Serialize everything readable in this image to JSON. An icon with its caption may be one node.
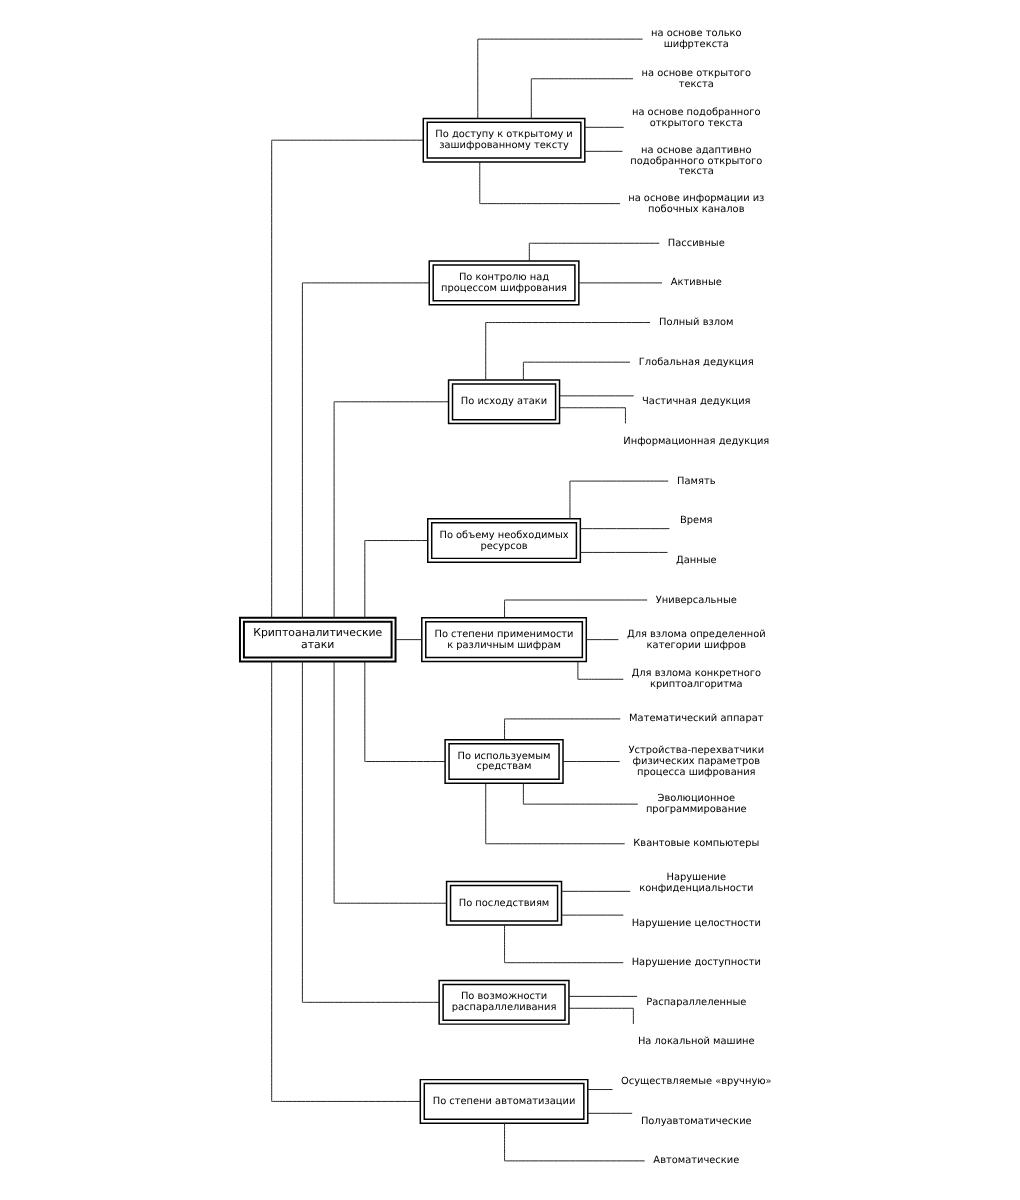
{
  "diagram": {
    "nodes": [
      {
        "text": [
          "Криптоаналитические атаки"
        ]
      },
      {
        "text": [
          "По доступу к открытому и зашифрованному тексту"
        ]
      },
      {
        "text": [
          "на основе только шифртекста"
        ]
      },
      {
        "text": [
          "на основе открытого текста"
        ]
      },
      {
        "text": [
          "на основе подобранного открытого текста"
        ]
      },
      {
        "text": [
          "на основе адаптивно подобранного открытого текста"
        ]
      },
      {
        "text": [
          "на основе информации из побочных каналов"
        ]
      },
      {
        "text": [
          "По контролю над процессом шифрования"
        ]
      },
      {
        "text": [
          "Пассивные"
        ]
      },
      {
        "text": [
          "Активные"
        ]
      },
      {
        "text": [
          "По исходу атаки"
        ]
      },
      {
        "text": [
          "Полный взлом"
        ]
      },
      {
        "text": [
          "Глобальная дедукция"
        ]
      },
      {
        "text": [
          "Частичная дедукция"
        ]
      },
      {
        "text": [
          "Информационная дедукция"
        ]
      },
      {
        "text": [
          "По объему необходимых ресурсов"
        ]
      },
      {
        "text": [
          "Память"
        ]
      },
      {
        "text": [
          "Время"
        ]
      },
      {
        "text": [
          "Данные"
        ]
      },
      {
        "text": [
          "По степени применимости к различным шифрам"
        ]
      },
      {
        "text": [
          "Универсальные"
        ]
      },
      {
        "text": [
          "Для взлома определенной категории шифров"
        ]
      },
      {
        "text": [
          "Для взлома конкретного криптоалгоритма"
        ]
      },
      {
        "text": [
          "По используемым средствам"
        ]
      },
      {
        "text": [
          "Математический аппарат"
        ]
      },
      {
        "text": [
          "Устройства-перехватчики физических параметров процесса шифрования"
        ]
      },
      {
        "text": [
          "Эволюционное программирование"
        ]
      },
      {
        "text": [
          "Квантовые компьютеры"
        ]
      },
      {
        "text": [
          "По последствиям"
        ]
      },
      {
        "text": [
          "Нарушение конфиденциальности"
        ]
      },
      {
        "text": [
          "Нарушение целостности"
        ]
      },
      {
        "text": [
          "Нарушение доступности"
        ]
      },
      {
        "text": [
          "По возможности распараллеливания"
        ]
      },
      {
        "text": [
          "Распараллеленные"
        ]
      },
      {
        "text": [
          "На локальной машине"
        ]
      },
      {
        "text": [
          "По степени автоматизации"
        ]
      },
      {
        "text": [
          "Осуществляемые «вручную»"
        ]
      },
      {
        "text": [
          "Полуавтоматические"
        ]
      },
      {
        "text": [
          "Автоматические"
        ]
      }
    ],
    "edges": [
      {
        "from": 0,
        "to": 1,
        "arrow": "none"
      },
      {
        "from": 1,
        "to": 2,
        "arrow": "none"
      },
      {
        "from": 1,
        "to": 3,
        "arrow": "none"
      },
      {
        "from": 1,
        "to": 4,
        "arrow": "none"
      },
      {
        "from": 1,
        "to": 5,
        "arrow": "none"
      },
      {
        "from": 1,
        "to": 6,
        "arrow": "none"
      },
      {
        "from": 0,
        "to": 7,
        "arrow": "none"
      },
      {
        "from": 7,
        "to": 8,
        "arrow": "none"
      },
      {
        "from": 7,
        "to": 9,
        "arrow": "none"
      },
      {
        "from": 0,
        "to": 10,
        "arrow": "none"
      },
      {
        "from": 10,
        "to": 11,
        "arrow": "none"
      },
      {
        "from": 10,
        "to": 12,
        "arrow": "none"
      },
      {
        "from": 10,
        "to": 13,
        "arrow": "none"
      },
      {
        "from": 10,
        "to": 14,
        "arrow": "none"
      },
      {
        "from": 0,
        "to": 15,
        "arrow": "none"
      },
      {
        "from": 15,
        "to": 16,
        "arrow": "none"
      },
      {
        "from": 15,
        "to": 17,
        "arrow": "none"
      },
      {
        "from": 15,
        "to": 18,
        "arrow": "none"
      },
      {
        "from": 0,
        "to": 19,
        "arrow": "none"
      },
      {
        "from": 19,
        "to": 20,
        "arrow": "none"
      },
      {
        "from": 19,
        "to": 21,
        "arrow": "none"
      },
      {
        "from": 19,
        "to": 22,
        "arrow": "none"
      },
      {
        "from": 0,
        "to": 23,
        "arrow": "none"
      },
      {
        "from": 23,
        "to": 24,
        "arrow": "none"
      },
      {
        "from": 23,
        "to": 25,
        "arrow": "none"
      },
      {
        "from": 23,
        "to": 26,
        "arrow": "none"
      },
      {
        "from": 23,
        "to": 27,
        "arrow": "none"
      },
      {
        "from": 0,
        "to": 28,
        "arrow": "none"
      },
      {
        "from": 28,
        "to": 29,
        "arrow": "none"
      },
      {
        "from": 28,
        "to": 30,
        "arrow": "none"
      },
      {
        "from": 28,
        "to": 31,
        "arrow": "none"
      },
      {
        "from": 0,
        "to": 32,
        "arrow": "none"
      },
      {
        "from": 32,
        "to": 33,
        "arrow": "none"
      },
      {
        "from": 32,
        "to": 34,
        "arrow": "none"
      },
      {
        "from": 0,
        "to": 35,
        "arrow": "none"
      },
      {
        "from": 35,
        "to": 36,
        "arrow": "none"
      },
      {
        "from": 35,
        "to": 37,
        "arrow": "none"
      },
      {
        "from": 35,
        "to": 38,
        "arrow": "none"
      }
    ]
  }
}
